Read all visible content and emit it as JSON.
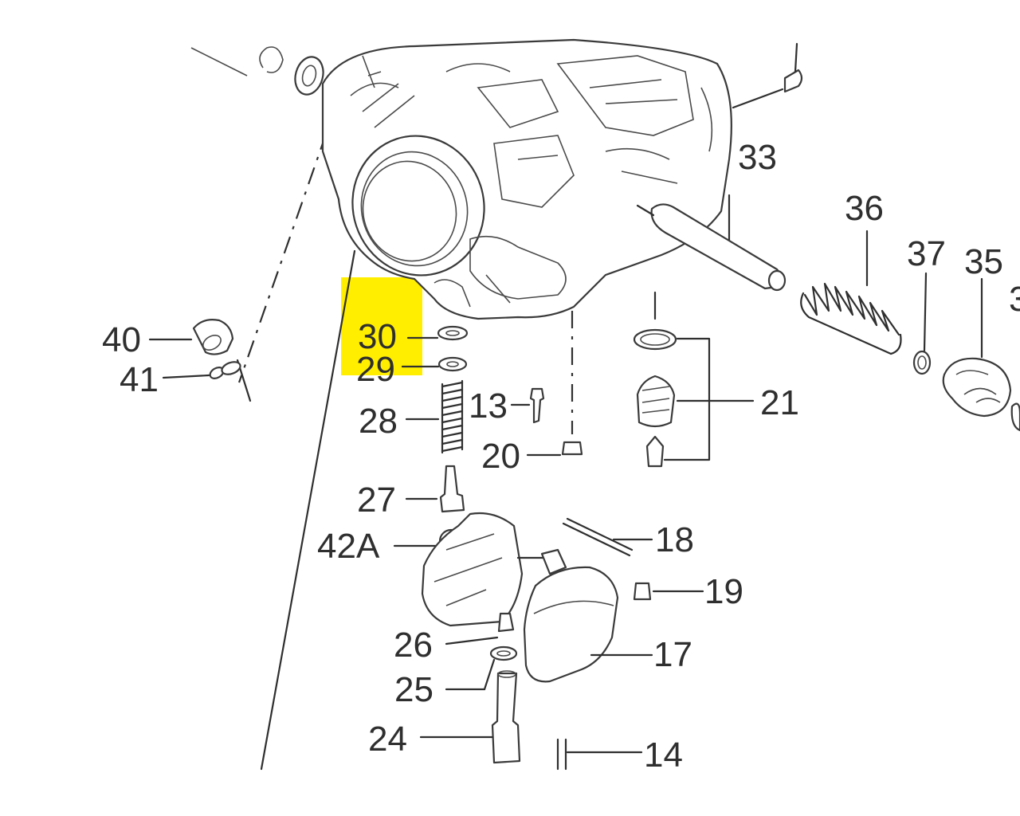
{
  "highlight_color": "#FFEE00",
  "labels": {
    "p33": "33",
    "p36": "36",
    "p37": "37",
    "p35": "35",
    "p3x": "3",
    "p40": "40",
    "p41": "41",
    "p30": "30",
    "p29": "29",
    "p28": "28",
    "p13": "13",
    "p20": "20",
    "p21": "21",
    "p27": "27",
    "p42A": "42A",
    "p18": "18",
    "p19": "19",
    "p26": "26",
    "p17": "17",
    "p25": "25",
    "p24": "24",
    "p14": "14"
  }
}
